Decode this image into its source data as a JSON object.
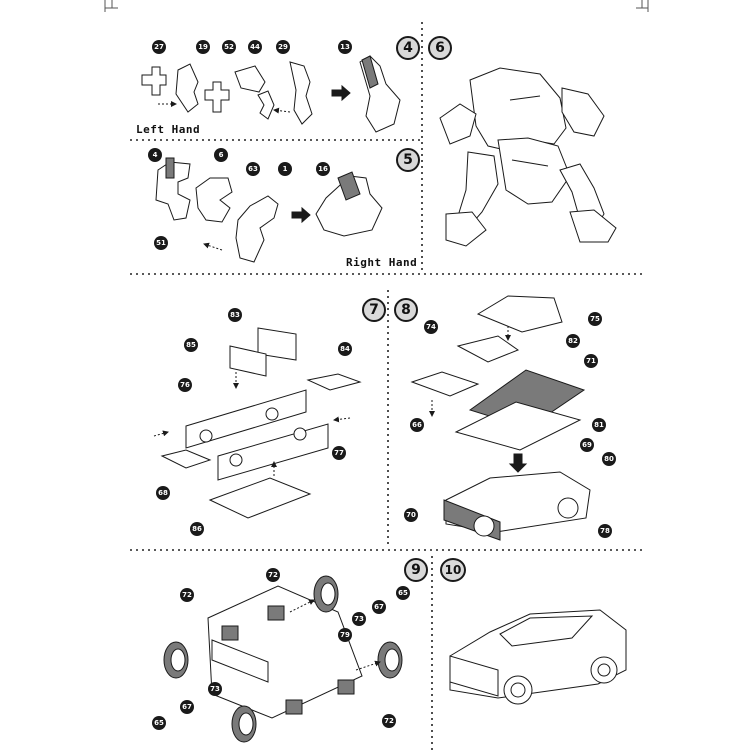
{
  "steps": {
    "s4": "4",
    "s5": "5",
    "s6": "6",
    "s7": "7",
    "s8": "8",
    "s9": "9",
    "s10": "10"
  },
  "captions": {
    "left_hand": "Left Hand",
    "right_hand": "Right Hand"
  },
  "parts": {
    "p27": "27",
    "p19": "19",
    "p52": "52",
    "p44": "44",
    "p29": "29",
    "p13": "13",
    "p4": "4",
    "p6": "6",
    "p63": "63",
    "p1": "1",
    "p16": "16",
    "p51": "51",
    "p83": "83",
    "p85": "85",
    "p84": "84",
    "p76": "76",
    "p77": "77",
    "p68": "68",
    "p86": "86",
    "p74": "74",
    "p75": "75",
    "p82": "82",
    "p71": "71",
    "p66": "66",
    "p81": "81",
    "p69": "69",
    "p80": "80",
    "p70": "70",
    "p78": "78",
    "p72a": "72",
    "p72b": "72",
    "p72c": "72",
    "p65a": "65",
    "p65b": "65",
    "p67a": "67",
    "p67b": "67",
    "p73a": "73",
    "p73b": "73",
    "p79": "79"
  },
  "colors": {
    "ink": "#1a1a1a",
    "step_fill": "#d9d9d9",
    "part_fill": "#ffffff",
    "shade": "#7a7a7a"
  }
}
